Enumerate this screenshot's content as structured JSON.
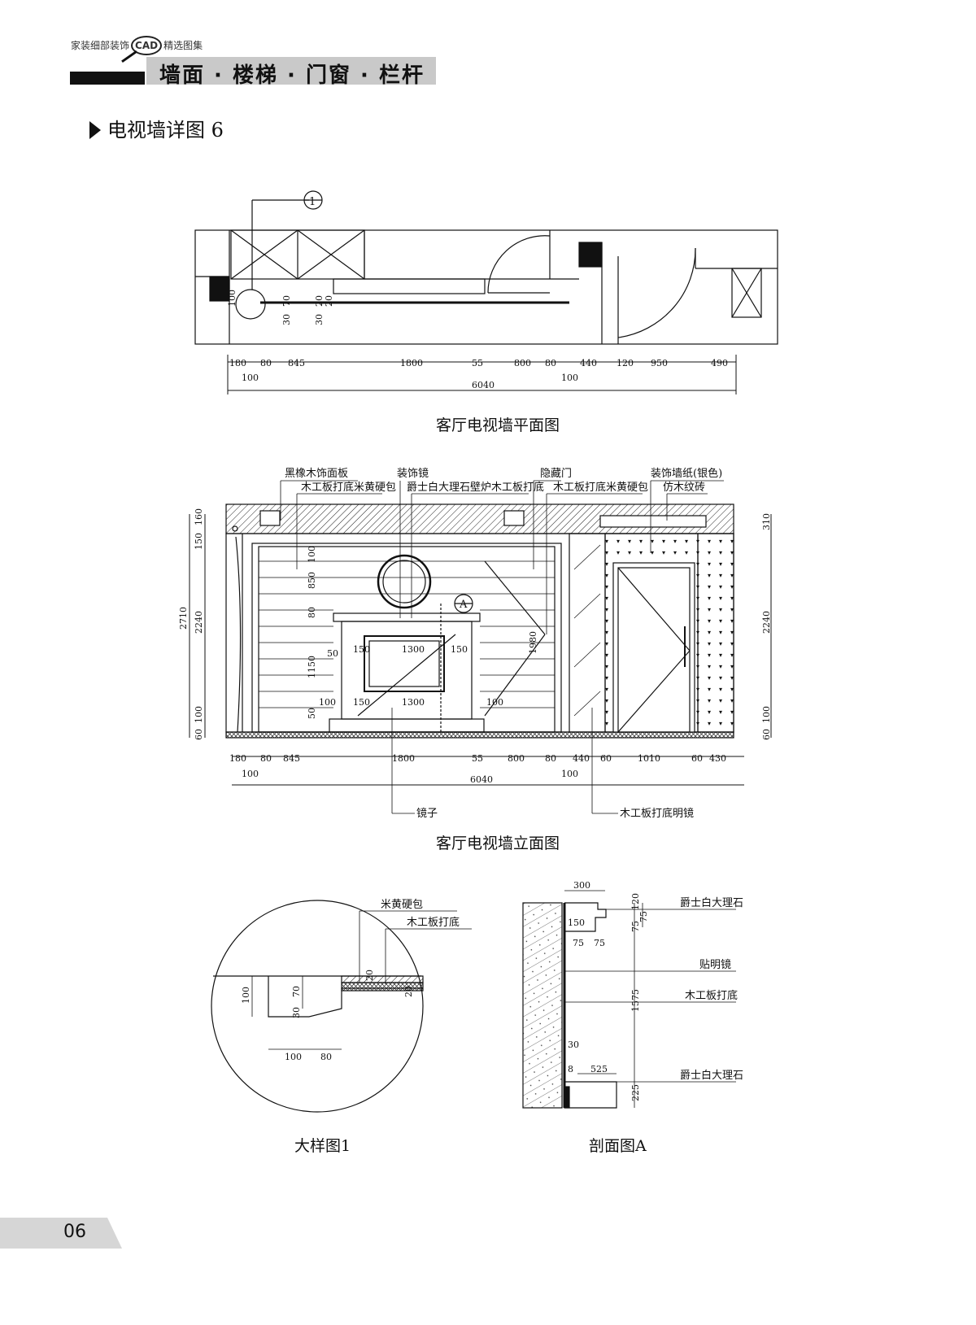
{
  "header": {
    "series_prefix": "家装细部装饰",
    "series_cad": "CAD",
    "series_suffix": "精选图集",
    "chapter_title": "墙面 · 楼梯 · 门窗 · 栏杆"
  },
  "section_title": "电视墙详图 6",
  "plan": {
    "caption": "客厅电视墙平面图",
    "callout_symbol": "1",
    "dims_top": [
      "180",
      "80",
      "845",
      "1800",
      "55",
      "800",
      "80",
      "440",
      "120",
      "950",
      "490"
    ],
    "dims_sub": [
      "100",
      "100"
    ],
    "total": "6040",
    "vertical_dims": [
      "100",
      "70",
      "30",
      "20",
      "30",
      "20"
    ]
  },
  "elevation": {
    "caption": "客厅电视墙立面图",
    "callout_symbol": "A",
    "labels": {
      "panel": "黑橡木饰面板",
      "base_leather_1": "木工板打底米黄硬包",
      "mirror_decor": "装饰镜",
      "fireplace": "爵士白大理石壁炉木工板打底",
      "hidden_door": "隐藏门",
      "base_leather_2": "木工板打底米黄硬包",
      "wallpaper": "装饰墙纸(银色)",
      "tile": "仿木纹砖",
      "mirror": "镜子",
      "clear_mirror": "木工板打底明镜"
    },
    "dims_bottom": [
      "180",
      "80",
      "845",
      "1800",
      "55",
      "800",
      "80",
      "440",
      "60",
      "1010",
      "60",
      "430"
    ],
    "dims_sub": [
      "100",
      "100"
    ],
    "total": "6040",
    "left_dims": [
      "2710",
      "160",
      "150",
      "2240",
      "100",
      "60"
    ],
    "right_dims": [
      "310",
      "2240",
      "100",
      "60"
    ],
    "inner_dims": [
      "100",
      "850",
      "80",
      "50",
      "1150",
      "50",
      "100",
      "1300",
      "150",
      "150",
      "1300",
      "150",
      "100",
      "1980"
    ]
  },
  "detail": {
    "caption": "大样图1",
    "labels": {
      "leather": "米黄硬包",
      "board": "木工板打底"
    },
    "dims": [
      "100",
      "70",
      "30",
      "20",
      "100",
      "80",
      "20"
    ]
  },
  "section": {
    "caption": "剖面图A",
    "labels": {
      "marble_top": "爵士白大理石",
      "mirror": "贴明镜",
      "board": "木工板打底",
      "marble_bottom": "爵士白大理石"
    },
    "dims": [
      "300",
      "120",
      "150",
      "75",
      "75",
      "75",
      "75",
      "1575",
      "30",
      "8",
      "525",
      "225"
    ]
  },
  "footer": {
    "page_number": "06"
  }
}
